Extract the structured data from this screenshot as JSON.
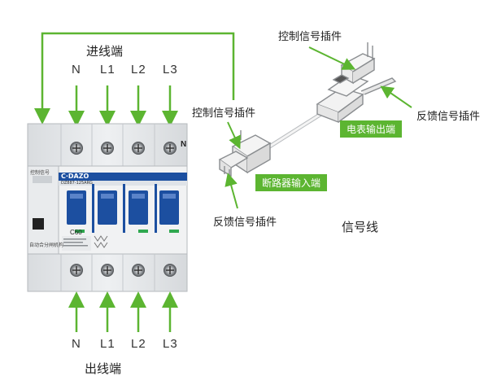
{
  "labels": {
    "incoming": "进线端",
    "outgoing": "出线端",
    "control_plugin_top": "控制信号插件",
    "feedback_plugin_right": "反馈信号插件",
    "control_plugin_left": "控制信号插件",
    "feedback_plugin_bottom": "反馈信号插件",
    "signal_line": "信号线",
    "meter_output": "电表输出端",
    "breaker_input": "断路器输入端"
  },
  "terminals_top": [
    "N",
    "L1",
    "L2",
    "L3"
  ],
  "terminals_bottom": [
    "N",
    "L1",
    "L2",
    "L3"
  ],
  "breaker": {
    "brand": "C·DAZO",
    "model": "DZ887-125ARG",
    "rating": "C60",
    "side_text_1": "控制信号",
    "side_text_2": "自动合分闸机构",
    "corner_mark": "N"
  },
  "colors": {
    "accent_green": "#5cb531",
    "breaker_blue": "#1c4fa0",
    "body_gray": "#e4e6e8"
  }
}
